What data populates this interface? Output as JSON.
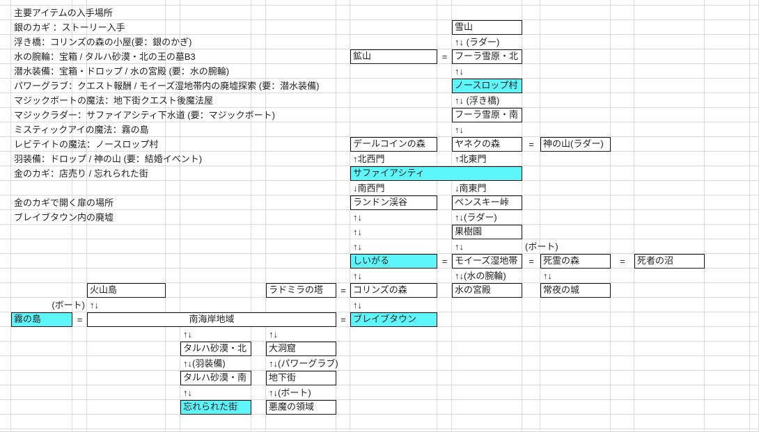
{
  "notes": {
    "title": "主要アイテムの入手場所",
    "items": [
      "銀のカギ ：ストーリー入手",
      "浮き橋：コリンズの森の小屋(要：銀のかぎ)",
      "水の腕輪：宝箱 / タルハ砂漠・北の王の墓B3",
      "潜水装備：宝箱・ドロップ / 水の宮殿 (要：水の腕輪)",
      "パワーグラブ：クエスト報酬 / モイーズ湿地帯内の廃墟探索 (要：潜水装備)",
      "マジックボートの魔法：地下街クエスト後魔法屋",
      "マジックラダー：サファイアシティ下水道 (要：マジックボート)",
      "ミスティックアイの魔法：霧の島",
      "レビテイトの魔法：ノースロップ村",
      "羽装備：ドロップ / 神の山 (要：結婚イベント)",
      "金のカギ：店売り / 忘れられた街"
    ],
    "gold_title": "金のカギで開く扉の場所",
    "gold_items": [
      "ブレイブタウン内の廃墟"
    ]
  },
  "map": {
    "nodes": {
      "yukiyama": "雪山",
      "kozan": "鉱山",
      "fura_north": "フーラ雪原・北",
      "northrop": "ノースロップ村",
      "fura_south": "フーラ雪原・南",
      "dalecoin": "デールコインの森",
      "yanek": "ヤネクの森",
      "kaminoyama": "神の山(ラダー)",
      "sapphire": "サファイアシティ",
      "randon": "ランドン渓谷",
      "penski": "ペンスキー峠",
      "kajuen": "果樹園",
      "shiigaru": "しいがる",
      "moyes": "モイーズ湿地帯",
      "shirei": "死霊の森",
      "shisha": "死者の沼",
      "kazan": "火山島",
      "radmira": "ラドミラの塔",
      "collins": "コリンズの森",
      "mizu_kyuden": "水の宮殿",
      "tokoyo": "常夜の城",
      "kiri": "霧の島",
      "minami": "南海岸地域",
      "brave": "ブレイブタウン",
      "taruha_north": "タルハ砂漠・北",
      "daidokutsu": "大洞窟",
      "taruha_south": "タルハ砂漠・南",
      "chikagai": "地下街",
      "wasurerareta": "忘れられた街",
      "akuma": "悪魔の領域"
    },
    "links": {
      "updown": "↑↓",
      "ladder_sp": "↑↓ (ラダー)",
      "ukihashi": "↑↓ (浮き橋)",
      "nw_gate": "↑北西門",
      "ne_gate": "↑北東門",
      "sw_gate": "↓南西門",
      "se_gate": "↓南東門",
      "ladder": "↑↓(ラダー)",
      "boat": "(ボート)",
      "mizu_udewa": "↑↓(水の腕輪)",
      "hane": "↑↓(羽装備)",
      "power": "↑↓(パワーグラブ)",
      "boat_ud": "↑↓(ボート)",
      "equal": "="
    },
    "highlight_color": "#5cf6fb"
  }
}
